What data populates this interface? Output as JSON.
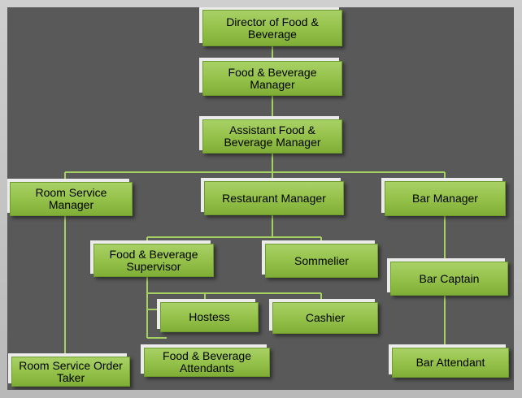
{
  "colors": {
    "background": "#595959",
    "frame": "#c8c8c8",
    "node_fill": "#93c048",
    "node_border": "#6f9a2c",
    "connector": "#a5d163",
    "node_shadow": "#ebebeb"
  },
  "nodes": {
    "director": "Director of Food & Beverage",
    "fb_manager": "Food & Beverage Manager",
    "assistant_fb_manager": "Assistant  Food & Beverage Manager",
    "room_service_manager": "Room Service Manager",
    "restaurant_manager": "Restaurant Manager",
    "bar_manager": "Bar Manager",
    "fb_supervisor": "Food & Beverage Supervisor",
    "sommelier": "Sommelier",
    "bar_captain": "Bar Captain",
    "hostess": "Hostess",
    "cashier": "Cashier",
    "fb_attendants": "Food & Beverage Attendants",
    "room_service_order_taker": "Room Service Order Taker",
    "bar_attendant": "Bar Attendant"
  }
}
